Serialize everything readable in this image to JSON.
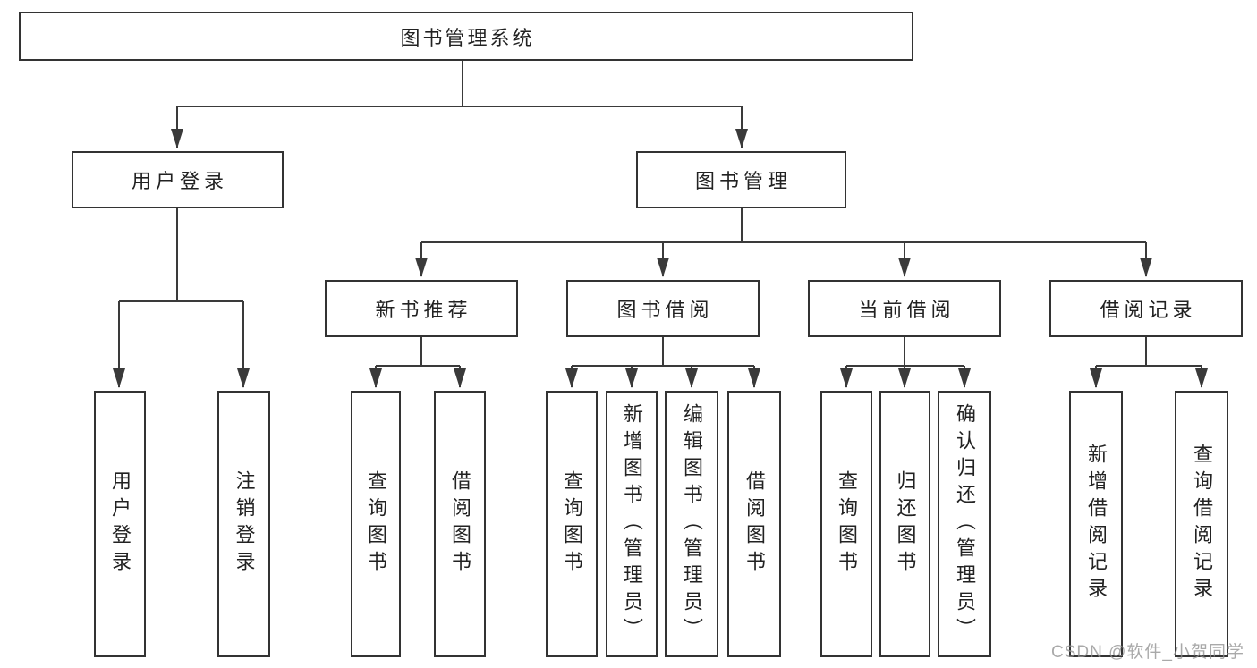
{
  "diagram": {
    "root": {
      "label": "图书管理系统"
    },
    "branches": [
      {
        "label": "用户登录",
        "children": [
          {
            "label": "用户登录"
          },
          {
            "label": "注销登录"
          }
        ]
      },
      {
        "label": "图书管理",
        "children": [
          {
            "label": "新书推荐",
            "children": [
              {
                "label": "查询图书"
              },
              {
                "label": "借阅图书"
              }
            ]
          },
          {
            "label": "图书借阅",
            "children": [
              {
                "label": "查询图书"
              },
              {
                "label": "新增图书（管理员）"
              },
              {
                "label": "编辑图书（管理员）"
              },
              {
                "label": "借阅图书"
              }
            ]
          },
          {
            "label": "当前借阅",
            "children": [
              {
                "label": "查询图书"
              },
              {
                "label": "归还图书"
              },
              {
                "label": "确认归还（管理员）"
              }
            ]
          },
          {
            "label": "借阅记录",
            "children": [
              {
                "label": "新增借阅记录"
              },
              {
                "label": "查询借阅记录"
              }
            ]
          }
        ]
      }
    ]
  },
  "watermark": "CSDN @软件_小贺同学",
  "colors": {
    "line": "#3a3a3a",
    "box_border": "#333333",
    "box_fill": "#ffffff",
    "text": "#222222",
    "watermark": "#919191",
    "background": "#ffffff"
  }
}
